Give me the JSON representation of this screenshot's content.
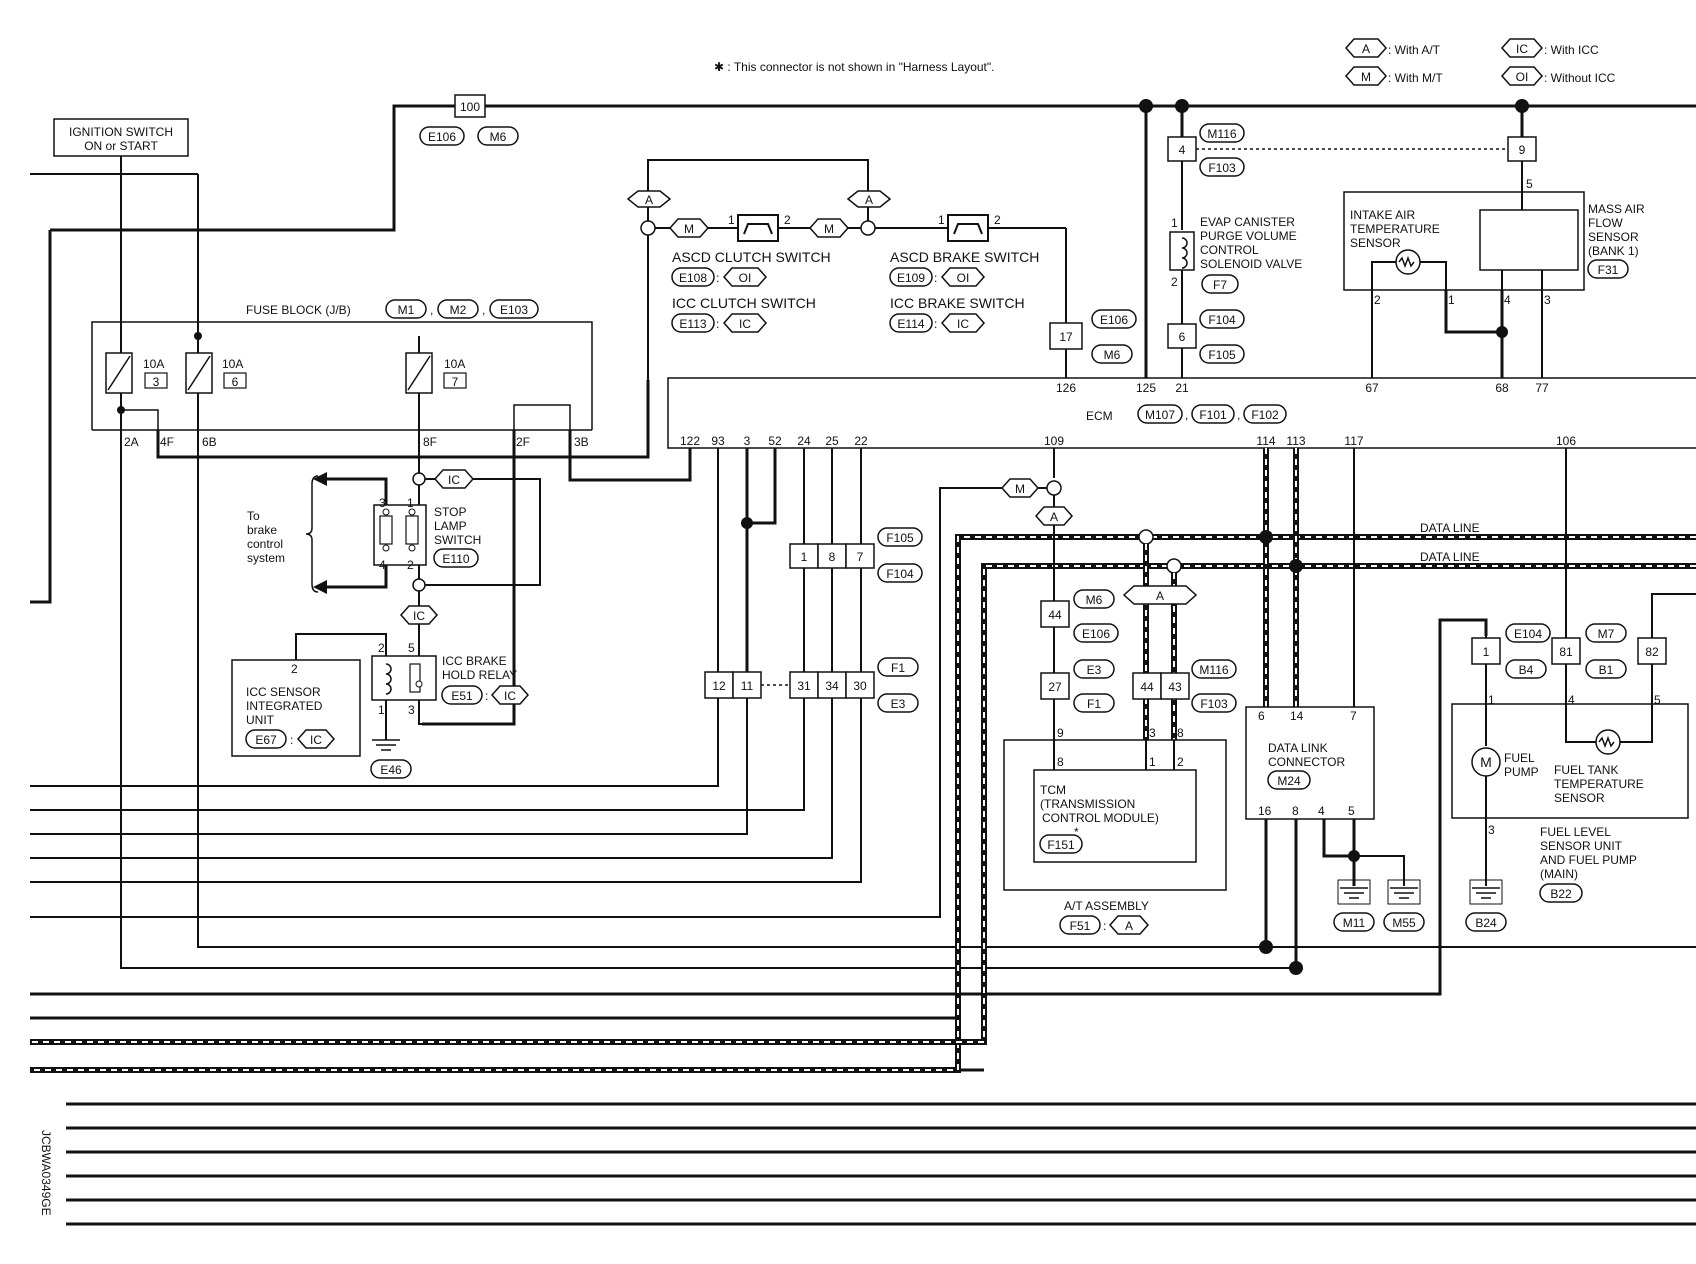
{
  "legend": {
    "a_code": "A",
    "a_text": ": With A/T",
    "m_code": "M",
    "m_text": ": With M/T",
    "ic_code": "IC",
    "ic_text": ": With ICC",
    "oi_code": "OI",
    "oi_text": ": Without ICC"
  },
  "note": "✱ : This connector is not shown in \"Harness Layout\".",
  "ignition": {
    "line1": "IGNITION SWITCH",
    "line2": "ON or START"
  },
  "fuse_block": {
    "title": "FUSE BLOCK (J/B)",
    "connectors": [
      "M1",
      "M2",
      "E103"
    ],
    "sep1": ",",
    "sep2": ",",
    "fuses": [
      {
        "rating": "10A",
        "number": "3"
      },
      {
        "rating": "10A",
        "number": "6"
      },
      {
        "rating": "10A",
        "number": "7"
      }
    ],
    "terminals": [
      "2A",
      "4F",
      "6B",
      "8F",
      "2F",
      "3B"
    ]
  },
  "top_conn": {
    "num": "100",
    "c1": "E106",
    "c2": "M6"
  },
  "ascd_clutch": {
    "name": "ASCD CLUTCH SWITCH",
    "conn": "E108",
    "variant": "OI",
    "icc_name": "ICC CLUTCH SWITCH",
    "icc_conn": "E113",
    "icc_variant": "IC",
    "pin1": "1",
    "pin2": "2"
  },
  "ascd_brake": {
    "name": "ASCD BRAKE SWITCH",
    "conn": "E109",
    "variant": "OI",
    "icc_name": "ICC BRAKE SWITCH",
    "icc_conn": "E114",
    "icc_variant": "IC",
    "pin1": "1",
    "pin2": "2"
  },
  "markers": {
    "a": "A",
    "m": "M",
    "ic": "IC",
    "colon": ":"
  },
  "joint17": {
    "num": "17",
    "c1": "E106",
    "c2": "M6"
  },
  "evap": {
    "line1": "EVAP CANISTER",
    "line2": "PURGE VOLUME",
    "line3": "CONTROL",
    "line4": "SOLENOID VALVE",
    "conn": "F7",
    "pin1": "1",
    "pin2": "2",
    "j4": "4",
    "j4_c1": "M116",
    "j4_c2": "F103",
    "j6": "6",
    "j6_c1": "F104",
    "j6_c2": "F105"
  },
  "intake": {
    "line1": "INTAKE AIR",
    "line2": "TEMPERATURE",
    "line3": "SENSOR"
  },
  "maf": {
    "line1": "MASS AIR",
    "line2": "FLOW",
    "line3": "SENSOR",
    "line4": "(BANK 1)",
    "conn": "F31",
    "j9": "9",
    "pin5": "5",
    "pins": [
      "2",
      "1",
      "4",
      "3"
    ]
  },
  "ecm": {
    "label": "ECM",
    "connectors": [
      "M107",
      "F101",
      "F102"
    ],
    "sep1": ",",
    "sep2": ",",
    "top_pins": [
      "126",
      "125",
      "21",
      "67",
      "68",
      "77"
    ],
    "bottom_pins": [
      "122",
      "93",
      "3",
      "52",
      "24",
      "25",
      "22",
      "109",
      "114",
      "113",
      "117",
      "106"
    ]
  },
  "stop_lamp": {
    "line1": "STOP",
    "line2": "LAMP",
    "line3": "SWITCH",
    "conn": "E110",
    "pins": [
      "3",
      "1",
      "4",
      "2"
    ]
  },
  "brake_note": {
    "line1": "To",
    "line2": "brake",
    "line3": "control",
    "line4": "system"
  },
  "icc_relay": {
    "line1": "ICC BRAKE",
    "line2": "HOLD RELAY",
    "conn": "E51",
    "variant": "IC",
    "pins": [
      "2",
      "5",
      "1",
      "3"
    ],
    "ground": "E46"
  },
  "icc_sensor": {
    "line1": "ICC SENSOR",
    "line2": "INTEGRATED",
    "line3": "UNIT",
    "conn": "E67",
    "variant": "IC",
    "pin": "2"
  },
  "joint_f104": {
    "pins": [
      "1",
      "8",
      "7"
    ],
    "c1": "F105",
    "c2": "F104"
  },
  "joint_row": {
    "pins": [
      "12",
      "11",
      "31",
      "34",
      "30"
    ],
    "c1": "F1",
    "c2": "E3"
  },
  "tcm_path": {
    "j44": "44",
    "j44_c1": "M6",
    "j44_c2": "E106",
    "j27": "27",
    "j27_c1": "E3",
    "j27_c2": "F1",
    "pin9": "9",
    "pin8": "8"
  },
  "data_joint": {
    "pins": [
      "44",
      "43"
    ],
    "c1": "M116",
    "c2": "F103",
    "lower_pins": [
      "3",
      "8",
      "1",
      "2"
    ]
  },
  "tcm": {
    "line1": "TCM",
    "line2": "(TRANSMISSION",
    "line3": "CONTROL MODULE)",
    "conn": "F151",
    "star": "*",
    "assembly": "A/T ASSEMBLY",
    "asm_conn": "F51",
    "asm_variant": "A"
  },
  "data_line": "DATA LINE",
  "dlc": {
    "line1": "DATA LINK",
    "line2": "CONNECTOR",
    "conn": "M24",
    "top_pins": [
      "6",
      "14",
      "7"
    ],
    "bottom_pins": [
      "16",
      "8",
      "4",
      "5"
    ],
    "grounds": [
      "M11",
      "M55"
    ]
  },
  "fuel": {
    "j1": "1",
    "j1_c1": "E104",
    "j1_c2": "B4",
    "j81": "81",
    "j82": "82",
    "j81_c1": "M7",
    "j81_c2": "B1",
    "pins": [
      "1",
      "4",
      "5",
      "3"
    ],
    "pump1": "FUEL",
    "pump2": "PUMP",
    "temp1": "FUEL TANK",
    "temp2": "TEMPERATURE",
    "temp3": "SENSOR",
    "unit1": "FUEL LEVEL",
    "unit2": "SENSOR UNIT",
    "unit3": "AND FUEL PUMP",
    "unit4": "(MAIN)",
    "conn": "B22",
    "ground": "B24"
  },
  "side_code": "JCBWA0349GE"
}
